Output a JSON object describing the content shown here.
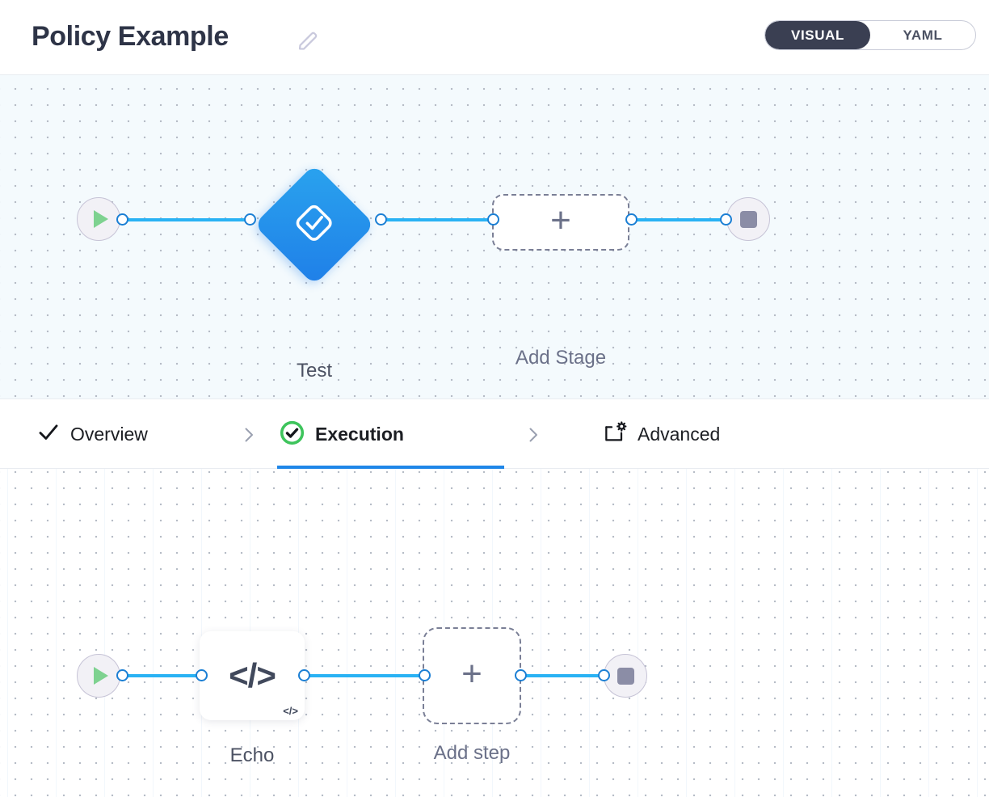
{
  "header": {
    "title": "Policy Example",
    "edit_icon": "pencil-icon",
    "mode_toggle": {
      "options": [
        "VISUAL",
        "YAML"
      ],
      "selected": "VISUAL",
      "active_bg": "#3a3f52"
    }
  },
  "stage_canvas": {
    "background": "#f4fafd",
    "start_node": {
      "icon": "play-icon",
      "color": "#7ed290"
    },
    "end_node": {
      "icon": "stop-icon",
      "color": "#8b8da6"
    },
    "nodes": [
      {
        "type": "stage",
        "label": "Test",
        "icon": "approval-check-icon",
        "shape": "diamond",
        "color": "#1f7fe8"
      },
      {
        "type": "add-placeholder",
        "label": "Add Stage",
        "icon": "plus-icon",
        "shape": "rounded-rect-dashed"
      }
    ],
    "edge_color": "#29b2f4",
    "port_color": "#1b7fd4"
  },
  "tabs": {
    "items": [
      {
        "label": "Overview",
        "icon": "check-icon",
        "active": false
      },
      {
        "label": "Execution",
        "icon": "check-circle-icon",
        "active": true
      },
      {
        "label": "Advanced",
        "icon": "window-gear-icon",
        "active": false
      }
    ],
    "separator": "chevron-right-icon",
    "active_underline_color": "#1f86e8",
    "active_check_color": "#3ec45c"
  },
  "step_canvas": {
    "background": "#ffffff",
    "start_node": {
      "icon": "play-icon",
      "color": "#7ed290"
    },
    "end_node": {
      "icon": "stop-icon",
      "color": "#8b8da6"
    },
    "nodes": [
      {
        "type": "step",
        "label": "Echo",
        "icon": "code-icon",
        "glyph": "</>",
        "badge": "</>",
        "shape": "rounded-square"
      },
      {
        "type": "add-placeholder",
        "label": "Add step",
        "icon": "plus-icon",
        "shape": "rounded-square-dashed"
      }
    ],
    "edge_color": "#29b2f4",
    "port_color": "#1b7fd4"
  }
}
